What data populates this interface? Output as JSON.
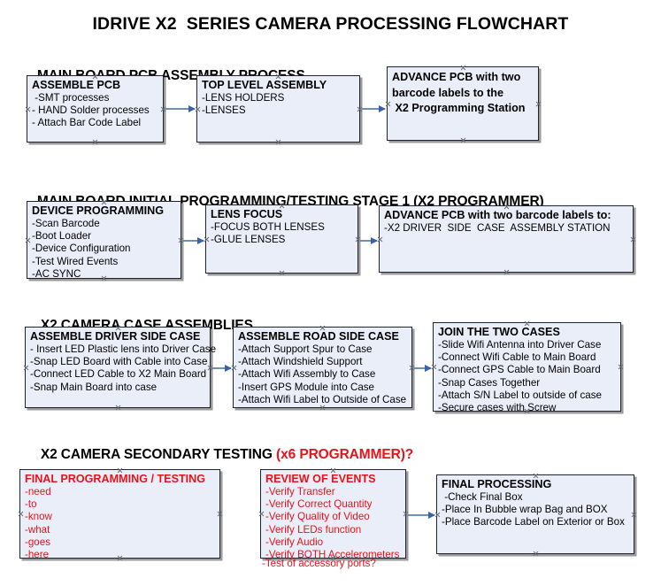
{
  "title": "IDRIVE X2  SERIES CAMERA PROCESSING FLOWCHART",
  "colors": {
    "box_fill": "#e9eef8",
    "box_border": "#20232b",
    "accent_red": "#e8131a",
    "connector": "#6f8fb5",
    "arrow_head": "#3a62a8",
    "shadow": "#9a9a9a"
  },
  "sections": [
    {
      "heading": "MAIN BOARD PCB ASSEMBLY PROCESS",
      "heading_accent": "",
      "boxes": [
        {
          "title": "ASSEMBLE PCB",
          "lines": [
            " -SMT processes",
            "- HAND Solder processes",
            "- Attach Bar Code Label"
          ]
        },
        {
          "title": "TOP LEVEL ASSEMBLY",
          "lines": [
            "-LENS HOLDERS",
            "-LENSES"
          ]
        },
        {
          "title": "ADVANCE PCB with two\nbarcode labels to the\n X2 Programming Station",
          "lines": []
        }
      ]
    },
    {
      "heading": "MAIN BOARD INITIAL PROGRAMMING/TESTING STAGE 1 (X2 PROGRAMMER)",
      "heading_accent": "",
      "boxes": [
        {
          "title": "DEVICE PROGRAMMING",
          "lines": [
            "-Scan Barcode",
            "-Boot Loader",
            "-Device Configuration",
            "-Test Wired Events",
            "-AC SYNC"
          ]
        },
        {
          "title": "LENS FOCUS",
          "lines": [
            "-FOCUS BOTH LENSES",
            "-GLUE LENSES"
          ]
        },
        {
          "title": "ADVANCE PCB with two barcode labels to:",
          "lines": [
            "-X2 DRIVER  SIDE  CASE  ASSEMBLY STATION"
          ]
        }
      ]
    },
    {
      "heading": "X2 CAMERA CASE ASSEMBLIES",
      "heading_accent": "",
      "boxes": [
        {
          "title": "ASSEMBLE DRIVER SIDE CASE",
          "lines": [
            "- Insert LED Plastic lens into Driver Case",
            "-Snap LED Board with Cable into Case",
            "-Connect LED Cable to X2 Main Board",
            "-Snap Main Board into case"
          ]
        },
        {
          "title": "ASSEMBLE ROAD SIDE CASE",
          "lines": [
            "-Attach Support Spur to Case",
            "-Attach Windshield Support",
            "-Attach Wifi Assembly to Case",
            "-Insert GPS Module into Case",
            "-Attach Wifi Label to Outside of Case"
          ]
        },
        {
          "title": "JOIN THE TWO CASES",
          "lines": [
            "-Slide Wifi Antenna into Driver Case",
            "-Connect Wifi Cable to Main Board",
            "-Connect GPS Cable to Main Board",
            "-Snap Cases Together",
            "-Attach S/N Label to outside of case",
            "-Secure cases with Screw"
          ]
        }
      ]
    },
    {
      "heading": "X2 CAMERA SECONDARY TESTING ",
      "heading_accent": "(x6 PROGRAMMER)?",
      "boxes": [
        {
          "title": "FINAL PROGRAMMING / TESTING",
          "lines": [
            "-need",
            "-to",
            "-know",
            "-what",
            "-goes",
            "-here"
          ]
        },
        {
          "title": "REVIEW OF EVENTS",
          "lines": [
            "-Verify Transfer",
            "-Verify Correct Quantity",
            "-Verify Quality of Video",
            "-Verify LEDs function",
            "-Verify Audio",
            "-Verify BOTH Accelerometers"
          ],
          "overflow_line": "-Test of accessory ports?"
        },
        {
          "title": "FINAL PROCESSING",
          "lines": [
            " -Check Final Box",
            "-Place In Bubble wrap Bag and BOX",
            "-Place Barcode Label on Exterior or Box"
          ]
        }
      ]
    }
  ]
}
